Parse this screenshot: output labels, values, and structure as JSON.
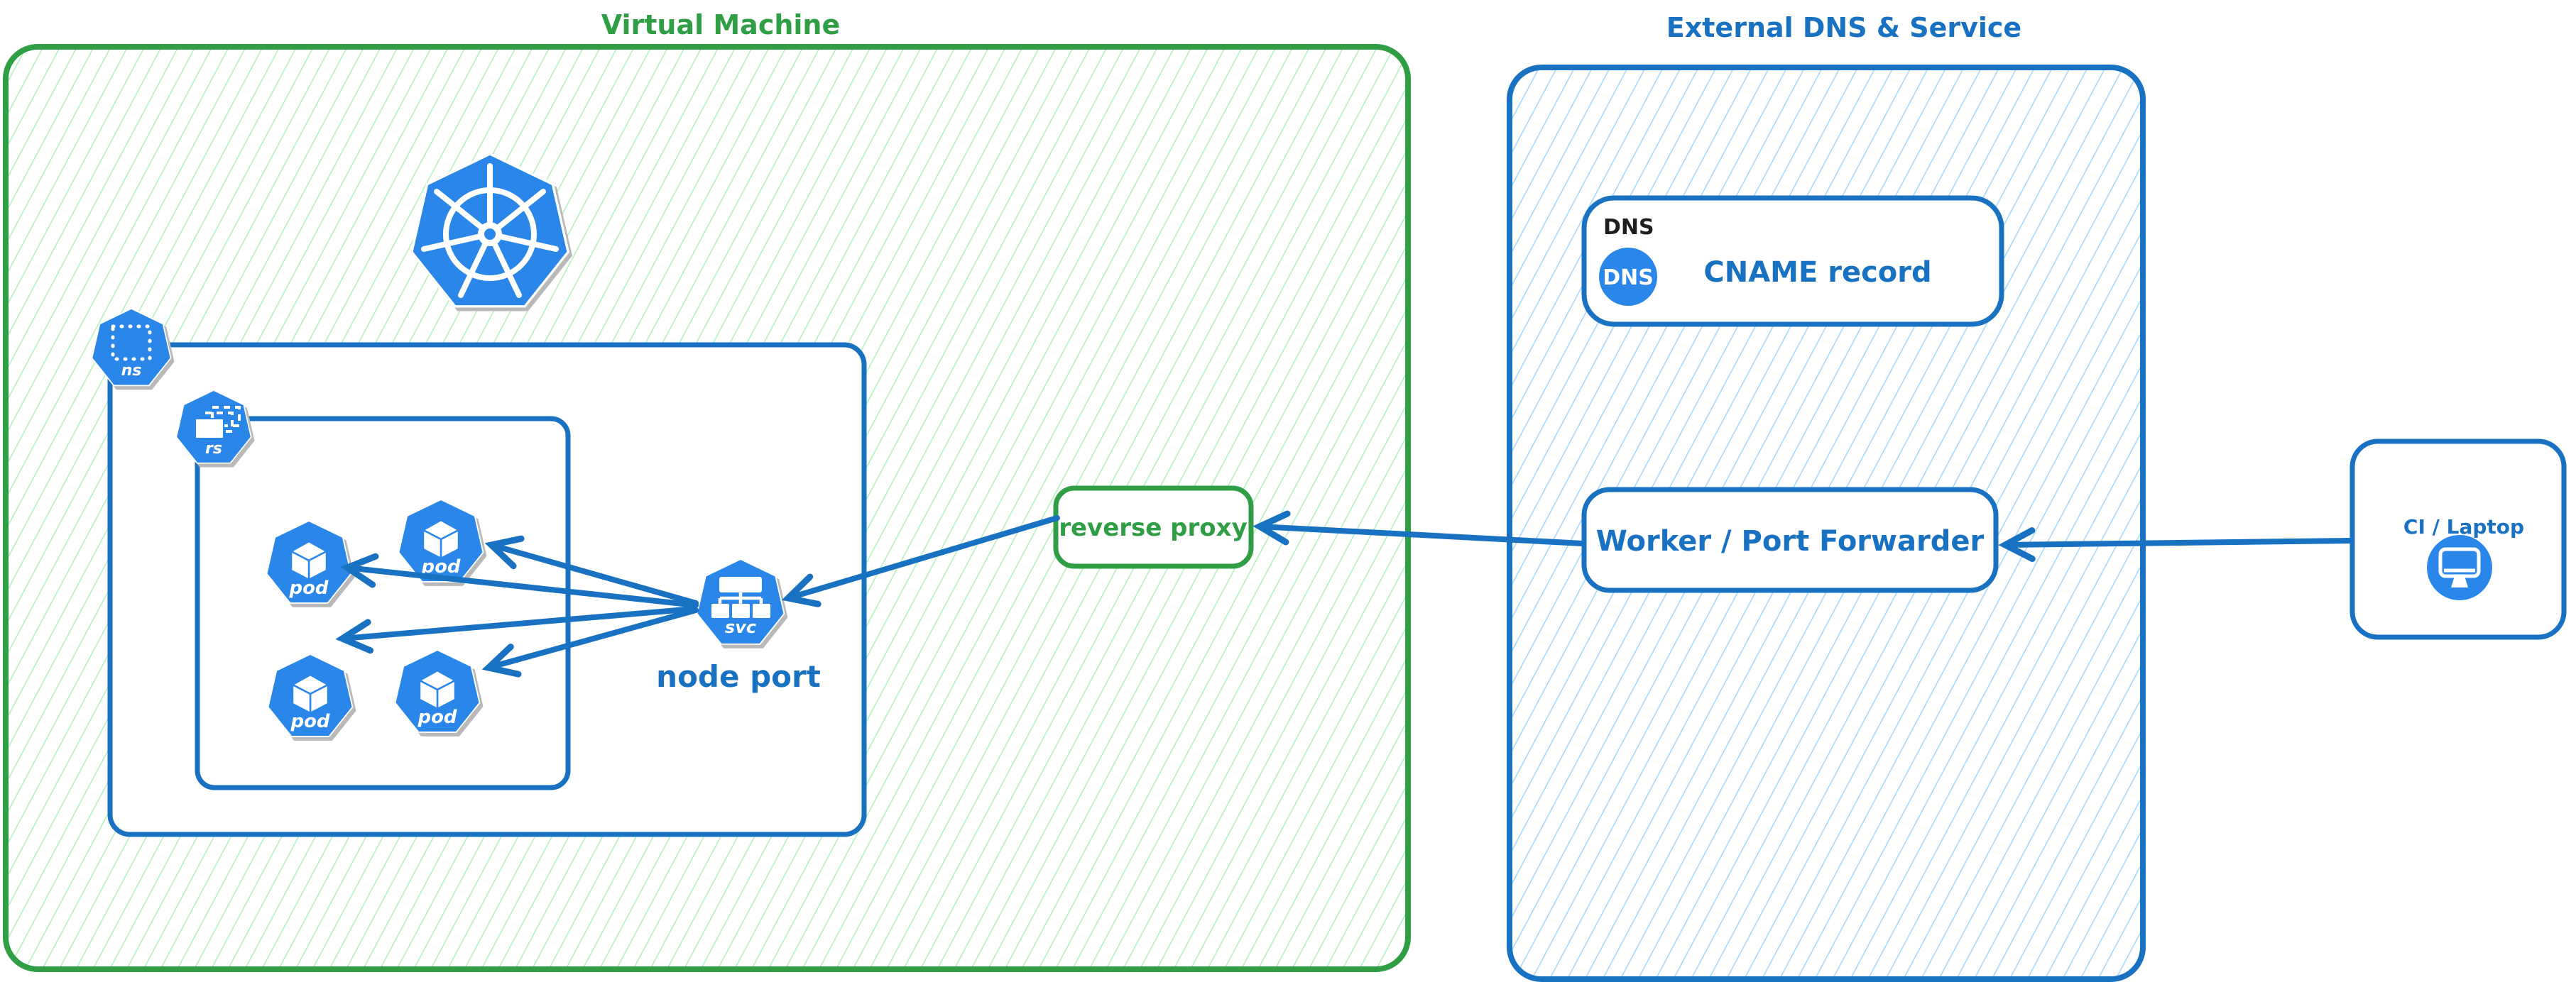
{
  "vm": {
    "title": "Virtual Machine",
    "namespace_label": "ns",
    "replicaset_label": "rs",
    "service_label": "svc",
    "node_port_label": "node port",
    "reverse_proxy_label": "reverse proxy",
    "pods": [
      {
        "label": "pod"
      },
      {
        "label": "pod"
      },
      {
        "label": "pod"
      },
      {
        "label": "pod"
      }
    ]
  },
  "external": {
    "title": "External DNS & Service",
    "dns_tag": "DNS",
    "dns_badge": "DNS",
    "cname_label": "CNAME record",
    "worker_label": "Worker / Port Forwarder"
  },
  "client": {
    "label": "CI / Laptop"
  },
  "icons": [
    "kubernetes-logo-icon",
    "namespace-icon",
    "replicaset-icon",
    "pod-icon",
    "service-icon",
    "dns-badge-icon",
    "monitor-icon"
  ],
  "colors": {
    "green_stroke": "#2f9e44",
    "green_hatch": "#b2f2bb",
    "blue_stroke": "#1971c2",
    "blue_hatch": "#a5d8ff",
    "icon_blue": "#2a86e8",
    "text_black": "#1e1e1e",
    "background": "#ffffff"
  }
}
